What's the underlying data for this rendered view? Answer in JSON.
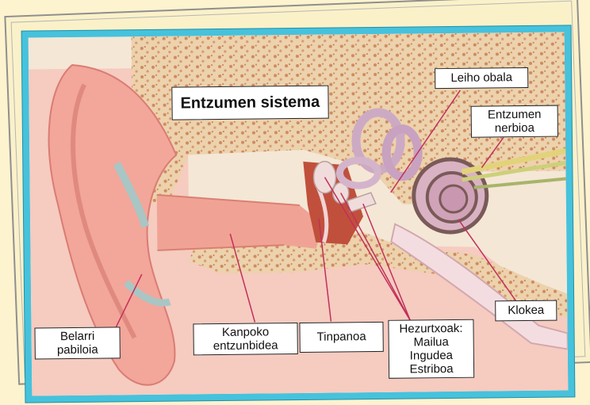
{
  "title": "Entzumen sistema",
  "labels": {
    "leiho_obala": "Leiho obala",
    "entzumen_nerbioa": "Entzumen\nnerbioa",
    "klokea": "Klokea",
    "belarri_pabiloia": "Belarri\npabiloia",
    "kanpoko_entzunbidea": "Kanpoko\nentzunbidea",
    "tinpanoa": "Tinpanoa",
    "hezurtxoak": "Hezurtxoak:\nMailua\nIngudea\nEstriboa"
  },
  "colors": {
    "frame": "#46c2dc",
    "background": "#fdf3cf",
    "skin": "#f2b1a6",
    "bone": "#e9c8a0",
    "leader_line": "#c0305a"
  }
}
